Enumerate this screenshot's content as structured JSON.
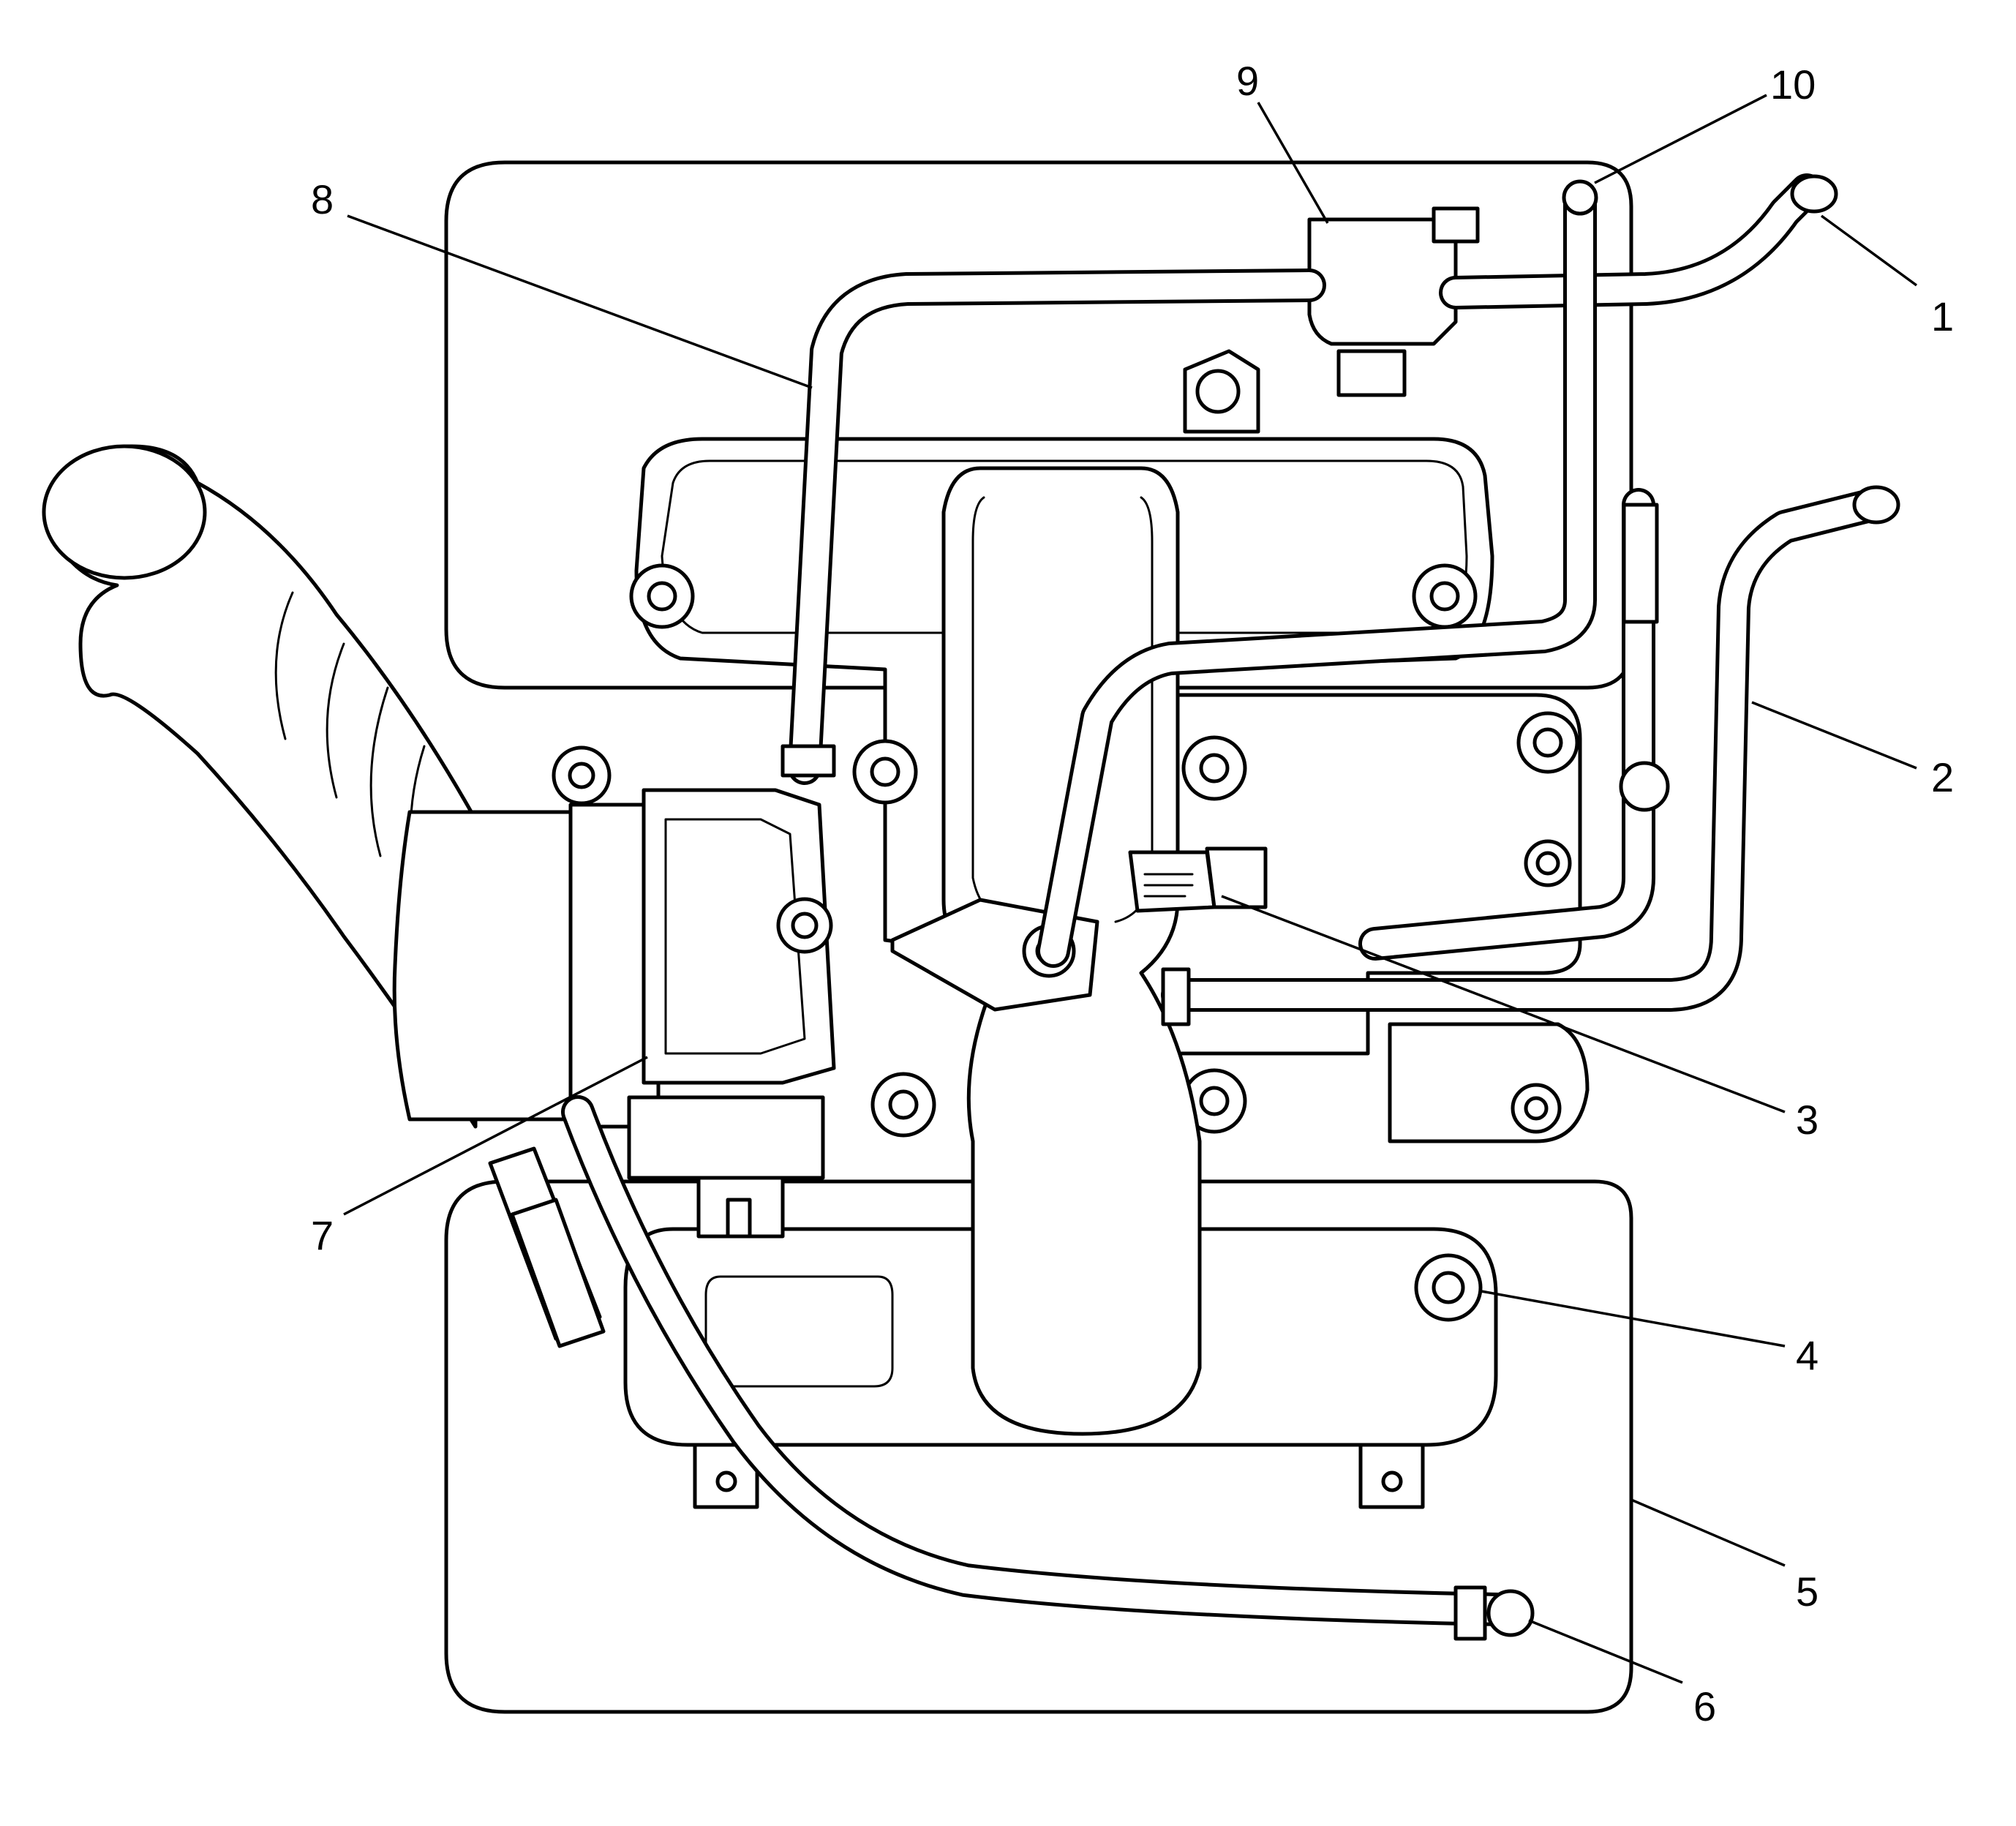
{
  "diagram": {
    "callouts": [
      {
        "id": "1",
        "text": "1"
      },
      {
        "id": "2",
        "text": "2"
      },
      {
        "id": "3",
        "text": "3"
      },
      {
        "id": "4",
        "text": "4"
      },
      {
        "id": "5",
        "text": "5"
      },
      {
        "id": "6",
        "text": "6"
      },
      {
        "id": "7",
        "text": "7"
      },
      {
        "id": "8",
        "text": "8"
      },
      {
        "id": "9",
        "text": "9"
      },
      {
        "id": "10",
        "text": "10"
      }
    ],
    "components": [
      "upper-engine-cover",
      "lower-engine-cover",
      "intake-manifold",
      "throttle-body",
      "air-intake-duct",
      "vacuum-hose-1",
      "vacuum-hose-2",
      "vacuum-hose-6",
      "vacuum-hose-8",
      "vacuum-line-10",
      "solenoid-valve-9",
      "map-sensor-3",
      "manifold-bolt-4"
    ],
    "colors": {
      "line": "#000000",
      "background": "#ffffff"
    }
  }
}
